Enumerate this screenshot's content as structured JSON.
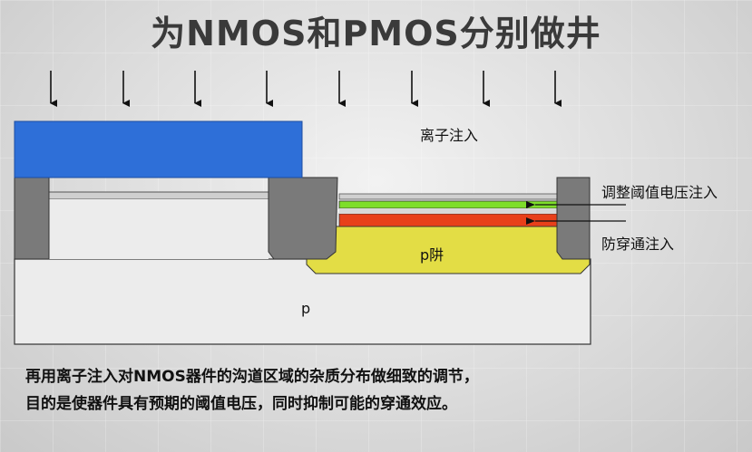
{
  "title": "为NMOS和PMOS分别做井",
  "labels": {
    "ion_implant": "离子注入",
    "threshold_implant": "调整阈值电压注入",
    "punchthrough_implant": "防穿通注入",
    "p_well": "p阱",
    "substrate": "p"
  },
  "caption": {
    "line1": "再用离子注入对NMOS器件的沟道区域的杂质分布做细致的调节，",
    "line2": "目的是使器件具有预期的阈值电压，同时抑制可能的穿通效应。"
  },
  "colors": {
    "photoresist": "#2e6fd8",
    "oxide": "#7a7a7a",
    "p_well": "#e6e04a",
    "threshold_layer": "#7ede2a",
    "punchthrough_layer": "#e8401a",
    "substrate": "#ececec"
  }
}
